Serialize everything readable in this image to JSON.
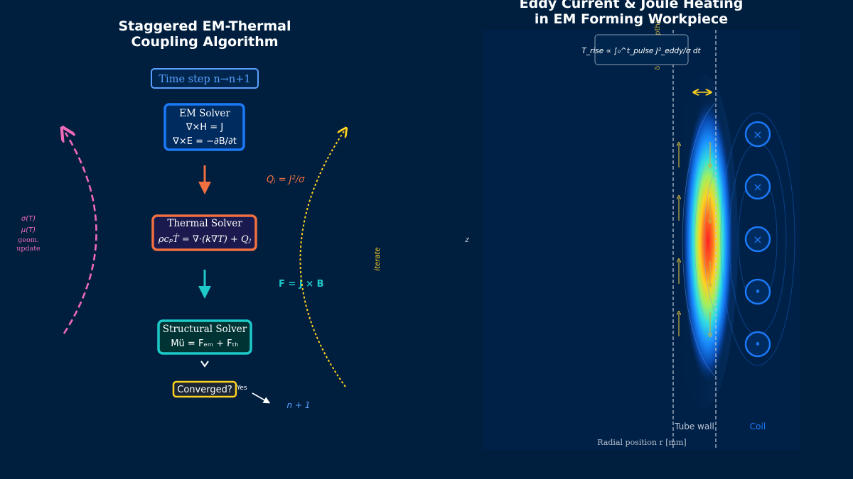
{
  "left": {
    "title_lines": [
      "Staggered EM-Thermal",
      "Coupling Algorithm"
    ],
    "timestep": "Time step n→n+1",
    "em": {
      "title": "EM Solver",
      "eq1": "∇×H = J",
      "eq2": "∇×E = −∂B/∂t"
    },
    "thermal": {
      "title": "Thermal Solver",
      "eq": "ρcₚṪ = ∇·(k∇T) + Qⱼ"
    },
    "structural": {
      "title": "Structural Solver",
      "eq": "Mü = Fₑₘ + Fₜₕ"
    },
    "converged": "Converged?",
    "yes": "Yes",
    "next": "n + 1",
    "joule_label": "Qⱼ = J²/σ",
    "force_label": "F = J × B",
    "iterate": "iterate",
    "feedback": [
      "σ(T)",
      "μ(T)",
      "geom.",
      "update"
    ],
    "colors": {
      "em": "#1a7af8",
      "thermal": "#f07040",
      "structural": "#1ec9c9",
      "converged": "#ffd21e",
      "feedback": "#f06ab8",
      "timestep": "#5aa0ff"
    }
  },
  "right": {
    "title_lines": [
      "Eddy Current & Joule Heating",
      "in EM Forming Workpiece"
    ],
    "formula": "T_rise ∝ ∫₀^t_pulse J²_eddy/σ dt",
    "skin_label": "δ (skin depth)",
    "z_label": "z",
    "tube_label": "Tube wall",
    "coil_label": "Coil",
    "xlabel": "Radial position r [mm]",
    "coil_symbols": [
      "×",
      "×",
      "×",
      "·",
      "·"
    ],
    "colors": {
      "coil": "#1a7af8",
      "skin": "#ffd21e",
      "panel": "#002147"
    }
  }
}
